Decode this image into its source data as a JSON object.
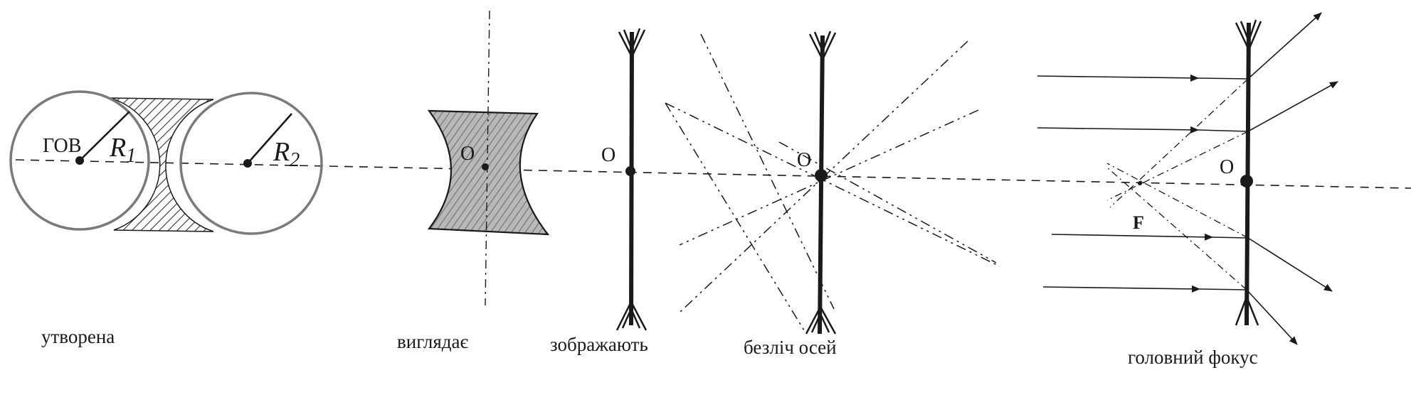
{
  "figure1": {
    "center_label": "ГОВ",
    "r1_label": "R",
    "r1_sub": "1",
    "r2_label": "R",
    "r2_sub": "2",
    "caption": "утворена"
  },
  "figure2": {
    "center_label": "O",
    "caption": "виглядає"
  },
  "figure3": {
    "center_label": "O",
    "caption": "зображають"
  },
  "figure4": {
    "center_label": "O",
    "caption": "безліч осей"
  },
  "figure5": {
    "center_label": "O",
    "focus_label": "F",
    "caption": "головний  фокус"
  },
  "colors": {
    "ink": "#1a1a1a",
    "lens_fill": "#b8b8b8",
    "circle_stroke": "#7a7a7a"
  },
  "icons": [
    "concave-lens-symbol-icon",
    "arrow-icon"
  ]
}
